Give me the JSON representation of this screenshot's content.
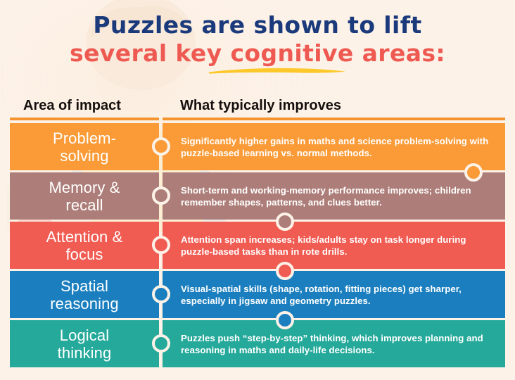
{
  "theme": {
    "background": "#fdf2e8",
    "title_navy": "#1b3a7b",
    "title_red": "#ee5a52",
    "underline_yellow": "#fdc82a",
    "header_rule": "#f5932e",
    "header_text": "#15100e"
  },
  "title": {
    "line1": "Puzzles are shown to lift",
    "line2": "several key cognitive areas:"
  },
  "table": {
    "headers": {
      "left": "Area of impact",
      "right": "What typically improves"
    },
    "rows": [
      {
        "area": "Problem-\nsolving",
        "area_line1": "Problem-",
        "area_line2": "solving",
        "detail": "Significantly higher gains in maths and science problem-solving with puzzle-based learning vs. normal methods.",
        "color": "#fa9b38"
      },
      {
        "area": "Memory &\nrecall",
        "area_line1": "Memory &",
        "area_line2": "recall",
        "detail": "Short-term and working-memory performance improves; children remember shapes, patterns, and clues better.",
        "color": "#ad7e79"
      },
      {
        "area": "Attention &\nfocus",
        "area_line1": "Attention &",
        "area_line2": "focus",
        "detail": "Attention span increases; kids/adults stay on task longer during puzzle-based tasks than in rote drills.",
        "color": "#f05b52"
      },
      {
        "area": "Spatial\nreasoning",
        "area_line1": "Spatial",
        "area_line2": "reasoning",
        "detail": "Visual-spatial skills (shape, rotation, fitting pieces) get sharper, especially in jigsaw and geometry puzzles.",
        "color": "#1b7fbf"
      },
      {
        "area": "Logical\nthinking",
        "area_line1": "Logical",
        "area_line2": "thinking",
        "detail": "Puzzles push “step-by-step” thinking, which improves planning and reasoning in maths and daily-life decisions.",
        "color": "#24a99a"
      }
    ]
  },
  "icons": {
    "puzzle_knob": "puzzle-knob-icon",
    "underline_stroke": "underline-stroke-icon"
  }
}
